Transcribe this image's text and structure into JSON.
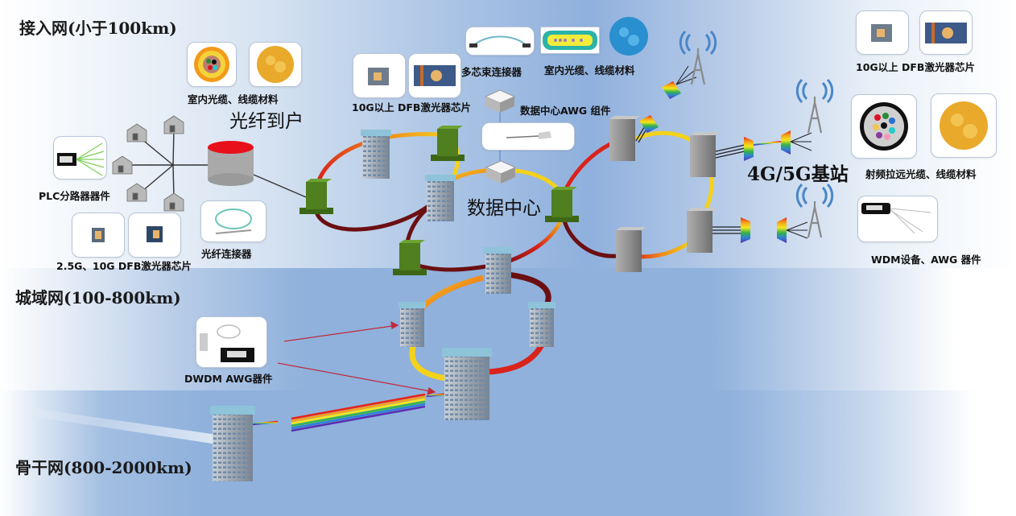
{
  "tiers": {
    "access": "接入网(小于100km)",
    "metro": "城域网(100-800km)",
    "backbone": "骨干网(800-2000km)"
  },
  "zones": {
    "ftth": "光纤到户",
    "data_center": "数据中心",
    "base_station": "4G/5G基站"
  },
  "products": {
    "indoor_cable_left": "室内光缆、线缆材料",
    "plc_splitter": "PLC分路器器件",
    "dfb_chip_low": "2.5G、10G DFB激光器芯片",
    "fiber_connector": "光纤连接器",
    "dfb_chip_10g_center": "10G以上 DFB激光器芯片",
    "multicore_connector": "多芯束连接器",
    "indoor_cable_center": "室内光缆、线缆材料",
    "dc_awg": "数据中心AWG 组件",
    "dfb_chip_10g_right": "10G以上 DFB激光器芯片",
    "rf_cable": "射频拉远光缆、线缆材料",
    "wdm_awg": "WDM设备、AWG 器件",
    "dwdm_awg": "DWDM AWG器件"
  },
  "colors": {
    "ring_red": "#d9231b",
    "ring_orange": "#f08a1c",
    "ring_yellow": "#f4d21a",
    "ring_darkred": "#6b0f12",
    "router_green": "#4f7f1e",
    "server_gray": "#8c8c8c",
    "olt_red": "#e8101a",
    "antenna_blue": "#4a86c8",
    "background_blue": "#8fb1dc"
  }
}
